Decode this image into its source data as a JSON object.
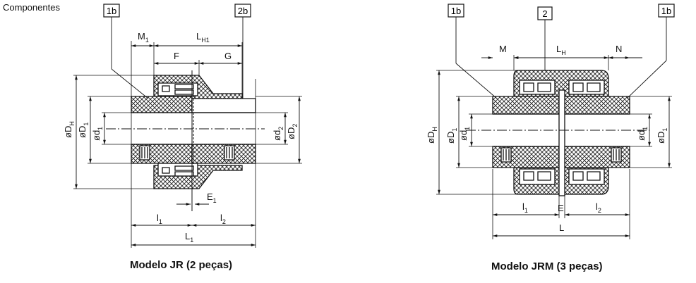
{
  "header": {
    "title": "Componentes"
  },
  "jr": {
    "caption": "Modelo JR (2 peças)",
    "tags": {
      "hub_left": "1b",
      "hub_right": "2b"
    },
    "dims": {
      "M": "M",
      "M_sub": "1",
      "L": "L",
      "LH_sub": "H1",
      "F": "F",
      "G": "G",
      "E": "E",
      "E_sub": "1",
      "l": "l",
      "l1_sub": "1",
      "l2_sub": "2",
      "L1_sub": "1",
      "DH": "øD",
      "DH_sub": "H",
      "D": "øD",
      "D1_sub": "1",
      "D2_sub": "2",
      "d": "ød",
      "d1_sub": "1",
      "d2_sub": "2"
    }
  },
  "jrm": {
    "caption": "Modelo JRM (3 peças)",
    "tags": {
      "hub_left": "1b",
      "sleeve": "2",
      "hub_right": "1b"
    },
    "dims": {
      "M": "M",
      "LH": "L",
      "LH_sub": "H",
      "N": "N",
      "l": "l",
      "l1_sub": "1",
      "l2_sub": "2",
      "E": "E",
      "L": "L",
      "DH": "øD",
      "DH_sub": "H",
      "D": "øD",
      "D1_sub": "1",
      "d": "ød",
      "d1_sub": "1"
    }
  }
}
